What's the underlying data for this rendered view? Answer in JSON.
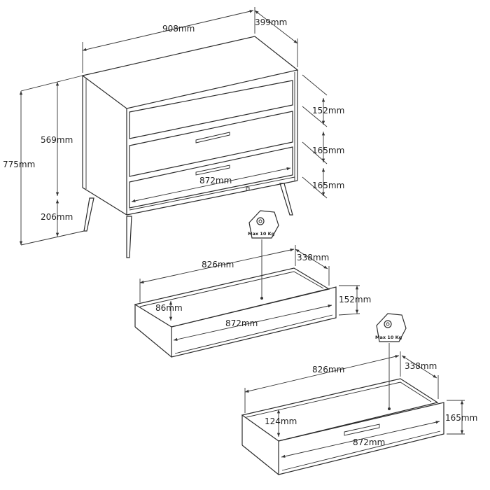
{
  "colors": {
    "line": "#2b2b2b",
    "background": "#ffffff"
  },
  "icons": [
    "weight-icon",
    "weight-icon"
  ],
  "cabinet": {
    "width": "908mm",
    "depth": "399mm",
    "height_total": "775mm",
    "height_body": "569mm",
    "height_legs": "206mm",
    "drawer_top": "152mm",
    "drawer_mid": "165mm",
    "drawer_bottom": "165mm",
    "inner_width": "872mm"
  },
  "drawer_small": {
    "inner_width": "826mm",
    "inner_depth": "338mm",
    "inner_height": "86mm",
    "front_height": "152mm",
    "front_width": "872mm",
    "load": "Max 10  Kg"
  },
  "drawer_large": {
    "inner_width": "826mm",
    "inner_depth": "338mm",
    "inner_height": "124mm",
    "front_height": "165mm",
    "front_width": "872mm",
    "load": "Max 10  Kg"
  }
}
